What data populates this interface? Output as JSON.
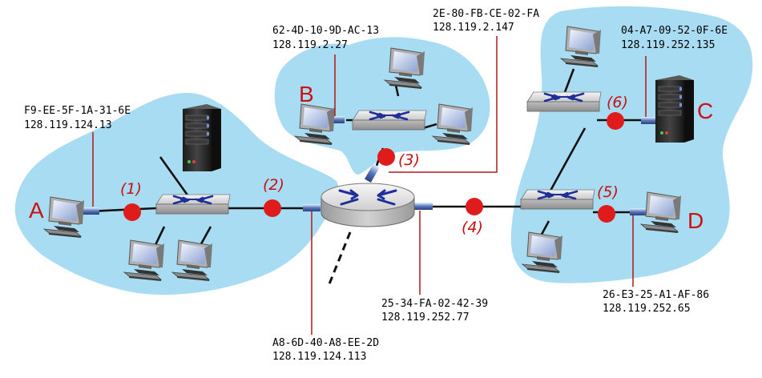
{
  "colors": {
    "subnet_fill": "#a8dcf2",
    "link": "#111111",
    "interface_dot": "#e01b1b",
    "label_text": "#cc1111",
    "leader_line": "#b01818",
    "switch_arrows": "#1f2f9a"
  },
  "hosts": {
    "A": {
      "letter": "A",
      "mac": "F9-EE-5F-1A-31-6E",
      "ip": "128.119.124.13"
    },
    "B": {
      "letter": "B",
      "mac": "62-4D-10-9D-AC-13",
      "ip": "128.119.2.27"
    },
    "C": {
      "letter": "C",
      "mac": "04-A7-09-52-0F-6E",
      "ip": "128.119.252.135"
    },
    "D": {
      "letter": "D",
      "mac": "26-E3-25-A1-AF-86",
      "ip": "128.119.252.65"
    }
  },
  "router_interfaces": {
    "left": {
      "mac": "A8-6D-40-A8-EE-2D",
      "ip": "128.119.124.113"
    },
    "top": {
      "mac": "2E-80-FB-CE-02-FA",
      "ip": "128.119.2.147"
    },
    "right": {
      "mac": "25-34-FA-02-42-39",
      "ip": "128.119.252.77"
    }
  },
  "points": [
    "(1)",
    "(2)",
    "(3)",
    "(4)",
    "(5)",
    "(6)"
  ],
  "icons": [
    "router-icon",
    "switch-icon",
    "desktop-computer-icon",
    "server-tower-icon"
  ]
}
